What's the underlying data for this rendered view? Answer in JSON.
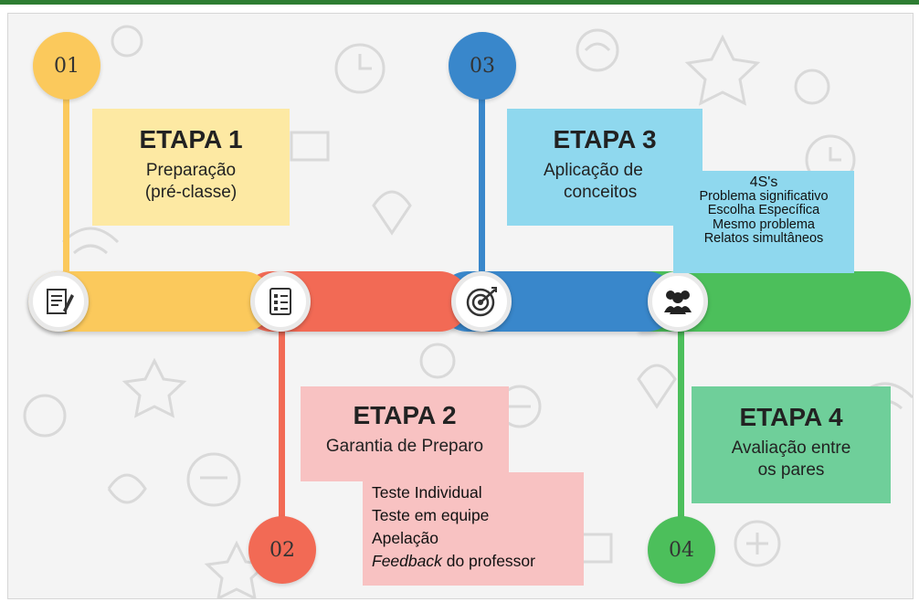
{
  "colors": {
    "yellow": "#fbc95c",
    "red": "#f26a55",
    "blue": "#3987cb",
    "green": "#4cbf5b",
    "box_yellow": "#fde9a3",
    "box_pink": "#f8c2c2",
    "box_cyan": "#8fd8ee",
    "box_green": "#6fcf9a",
    "topbar": "#2e7d32"
  },
  "steps": [
    {
      "number": "01",
      "title": "ETAPA 1",
      "subtitle": [
        "Preparação",
        "(pré-classe)"
      ],
      "icon": "notepad-pencil-icon"
    },
    {
      "number": "02",
      "title": "ETAPA 2",
      "subtitle": [
        "Garantia de Preparo"
      ],
      "icon": "checklist-icon",
      "details": [
        "Teste Individual",
        "Teste em equipe",
        "Apelação",
        "Feedback do professor"
      ],
      "details_emphasis": "Feedback"
    },
    {
      "number": "03",
      "title": "ETAPA 3",
      "subtitle": [
        "Aplicação de",
        "conceitos"
      ],
      "icon": "target-arrow-icon",
      "details": [
        "4S's",
        "Problema significativo",
        "Escolha Específica",
        "Mesmo problema",
        "Relatos simultâneos"
      ]
    },
    {
      "number": "04",
      "title": "ETAPA 4",
      "subtitle": [
        "Avaliação entre",
        "os pares"
      ],
      "icon": "group-people-icon"
    }
  ]
}
